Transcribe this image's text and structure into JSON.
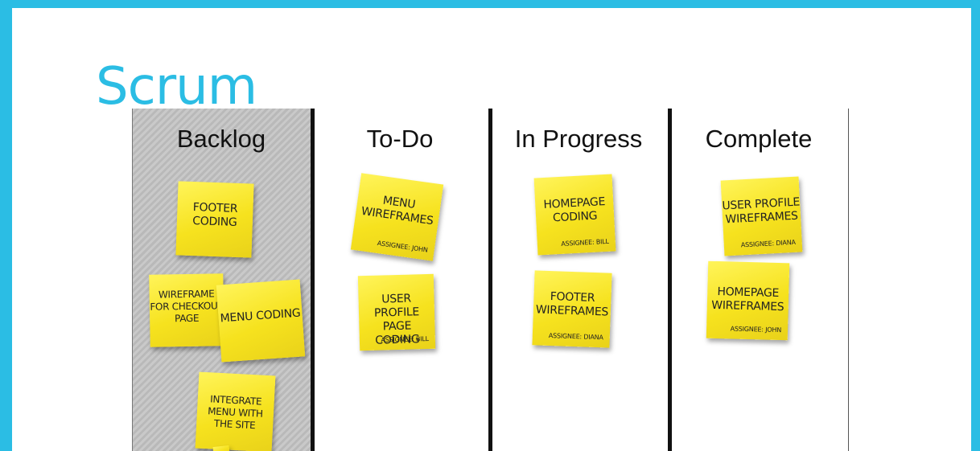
{
  "slide": {
    "title": "Scrum"
  },
  "columns": [
    {
      "name": "Backlog",
      "notes": [
        {
          "text": "Footer Coding",
          "assignee": ""
        },
        {
          "text": "Wireframe for Checkout Page",
          "assignee": ""
        },
        {
          "text": "Menu Coding",
          "assignee": ""
        },
        {
          "text": "Integrate Menu with the Site",
          "assignee": ""
        }
      ]
    },
    {
      "name": "To-Do",
      "notes": [
        {
          "text": "Menu Wireframes",
          "assignee": "Assignee: John"
        },
        {
          "text": "User Profile Page Coding",
          "assignee": "Assignee: Bill"
        }
      ]
    },
    {
      "name": "In Progress",
      "notes": [
        {
          "text": "Homepage Coding",
          "assignee": "Assignee: Bill"
        },
        {
          "text": "Footer Wireframes",
          "assignee": "Assignee: Diana"
        }
      ]
    },
    {
      "name": "Complete",
      "notes": [
        {
          "text": "User Profile Wireframes",
          "assignee": "Assignee: Diana"
        },
        {
          "text": "Homepage Wireframes",
          "assignee": "Assignee: John"
        }
      ]
    }
  ],
  "colors": {
    "frame": "#2bbde4",
    "title": "#2bbde4",
    "note": "#f6e21e",
    "backlog_bg": "#c2c2c2",
    "divider": "#111111"
  }
}
